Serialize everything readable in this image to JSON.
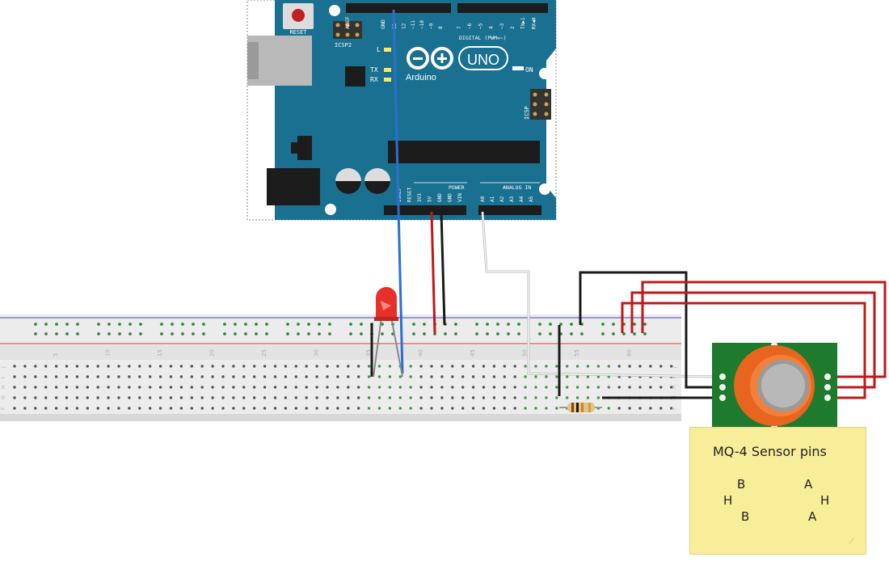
{
  "board": {
    "name": "Arduino",
    "model": "UNO",
    "reset_label": "RESET",
    "icsp2_label": "ICSP2",
    "icsp_label": "ICSP",
    "aref": "AREF",
    "gnd": "GND",
    "digital_label": "DIGITAL (PWM=~)",
    "digital_pins": [
      "13",
      "12",
      "~11",
      "~10",
      "~9",
      "8",
      "7",
      "~6",
      "~5",
      "4",
      "~3",
      "2",
      "TX▶1",
      "RX◀0"
    ],
    "led_l": "L",
    "led_tx": "TX",
    "led_rx": "RX",
    "on_label": "ON",
    "power_label": "POWER",
    "power_pins": [
      "IOREF",
      "RESET",
      "3V3",
      "5V",
      "GND",
      "GND",
      "VIN"
    ],
    "analog_label": "ANALOG IN",
    "analog_pins": [
      "A0",
      "A1",
      "A2",
      "A3",
      "A4",
      "A5"
    ]
  },
  "breadboard": {
    "column_numbers": [
      "5",
      "10",
      "15",
      "20",
      "25",
      "30",
      "35",
      "40",
      "45",
      "50",
      "55",
      "60"
    ],
    "row_letters": [
      "J",
      "I",
      "H",
      "G",
      "F"
    ]
  },
  "note": {
    "title": "MQ-4 Sensor pins",
    "pins": {
      "b_top": "B",
      "a_top": "A",
      "h_left": "H",
      "h_right": "H",
      "b_bottom": "B",
      "a_bottom": "A"
    }
  },
  "colors": {
    "board": "#1a7090",
    "wire_blue": "#2a6fd0",
    "wire_red": "#c01818",
    "wire_black": "#1a1a1a",
    "wire_white": "#e8e8e8",
    "sensor_pcb": "#1e7a2c",
    "sensor_body": "#e86520",
    "note": "#f8ee9a"
  },
  "components": [
    "led-red",
    "resistor",
    "mq4-sensor"
  ]
}
